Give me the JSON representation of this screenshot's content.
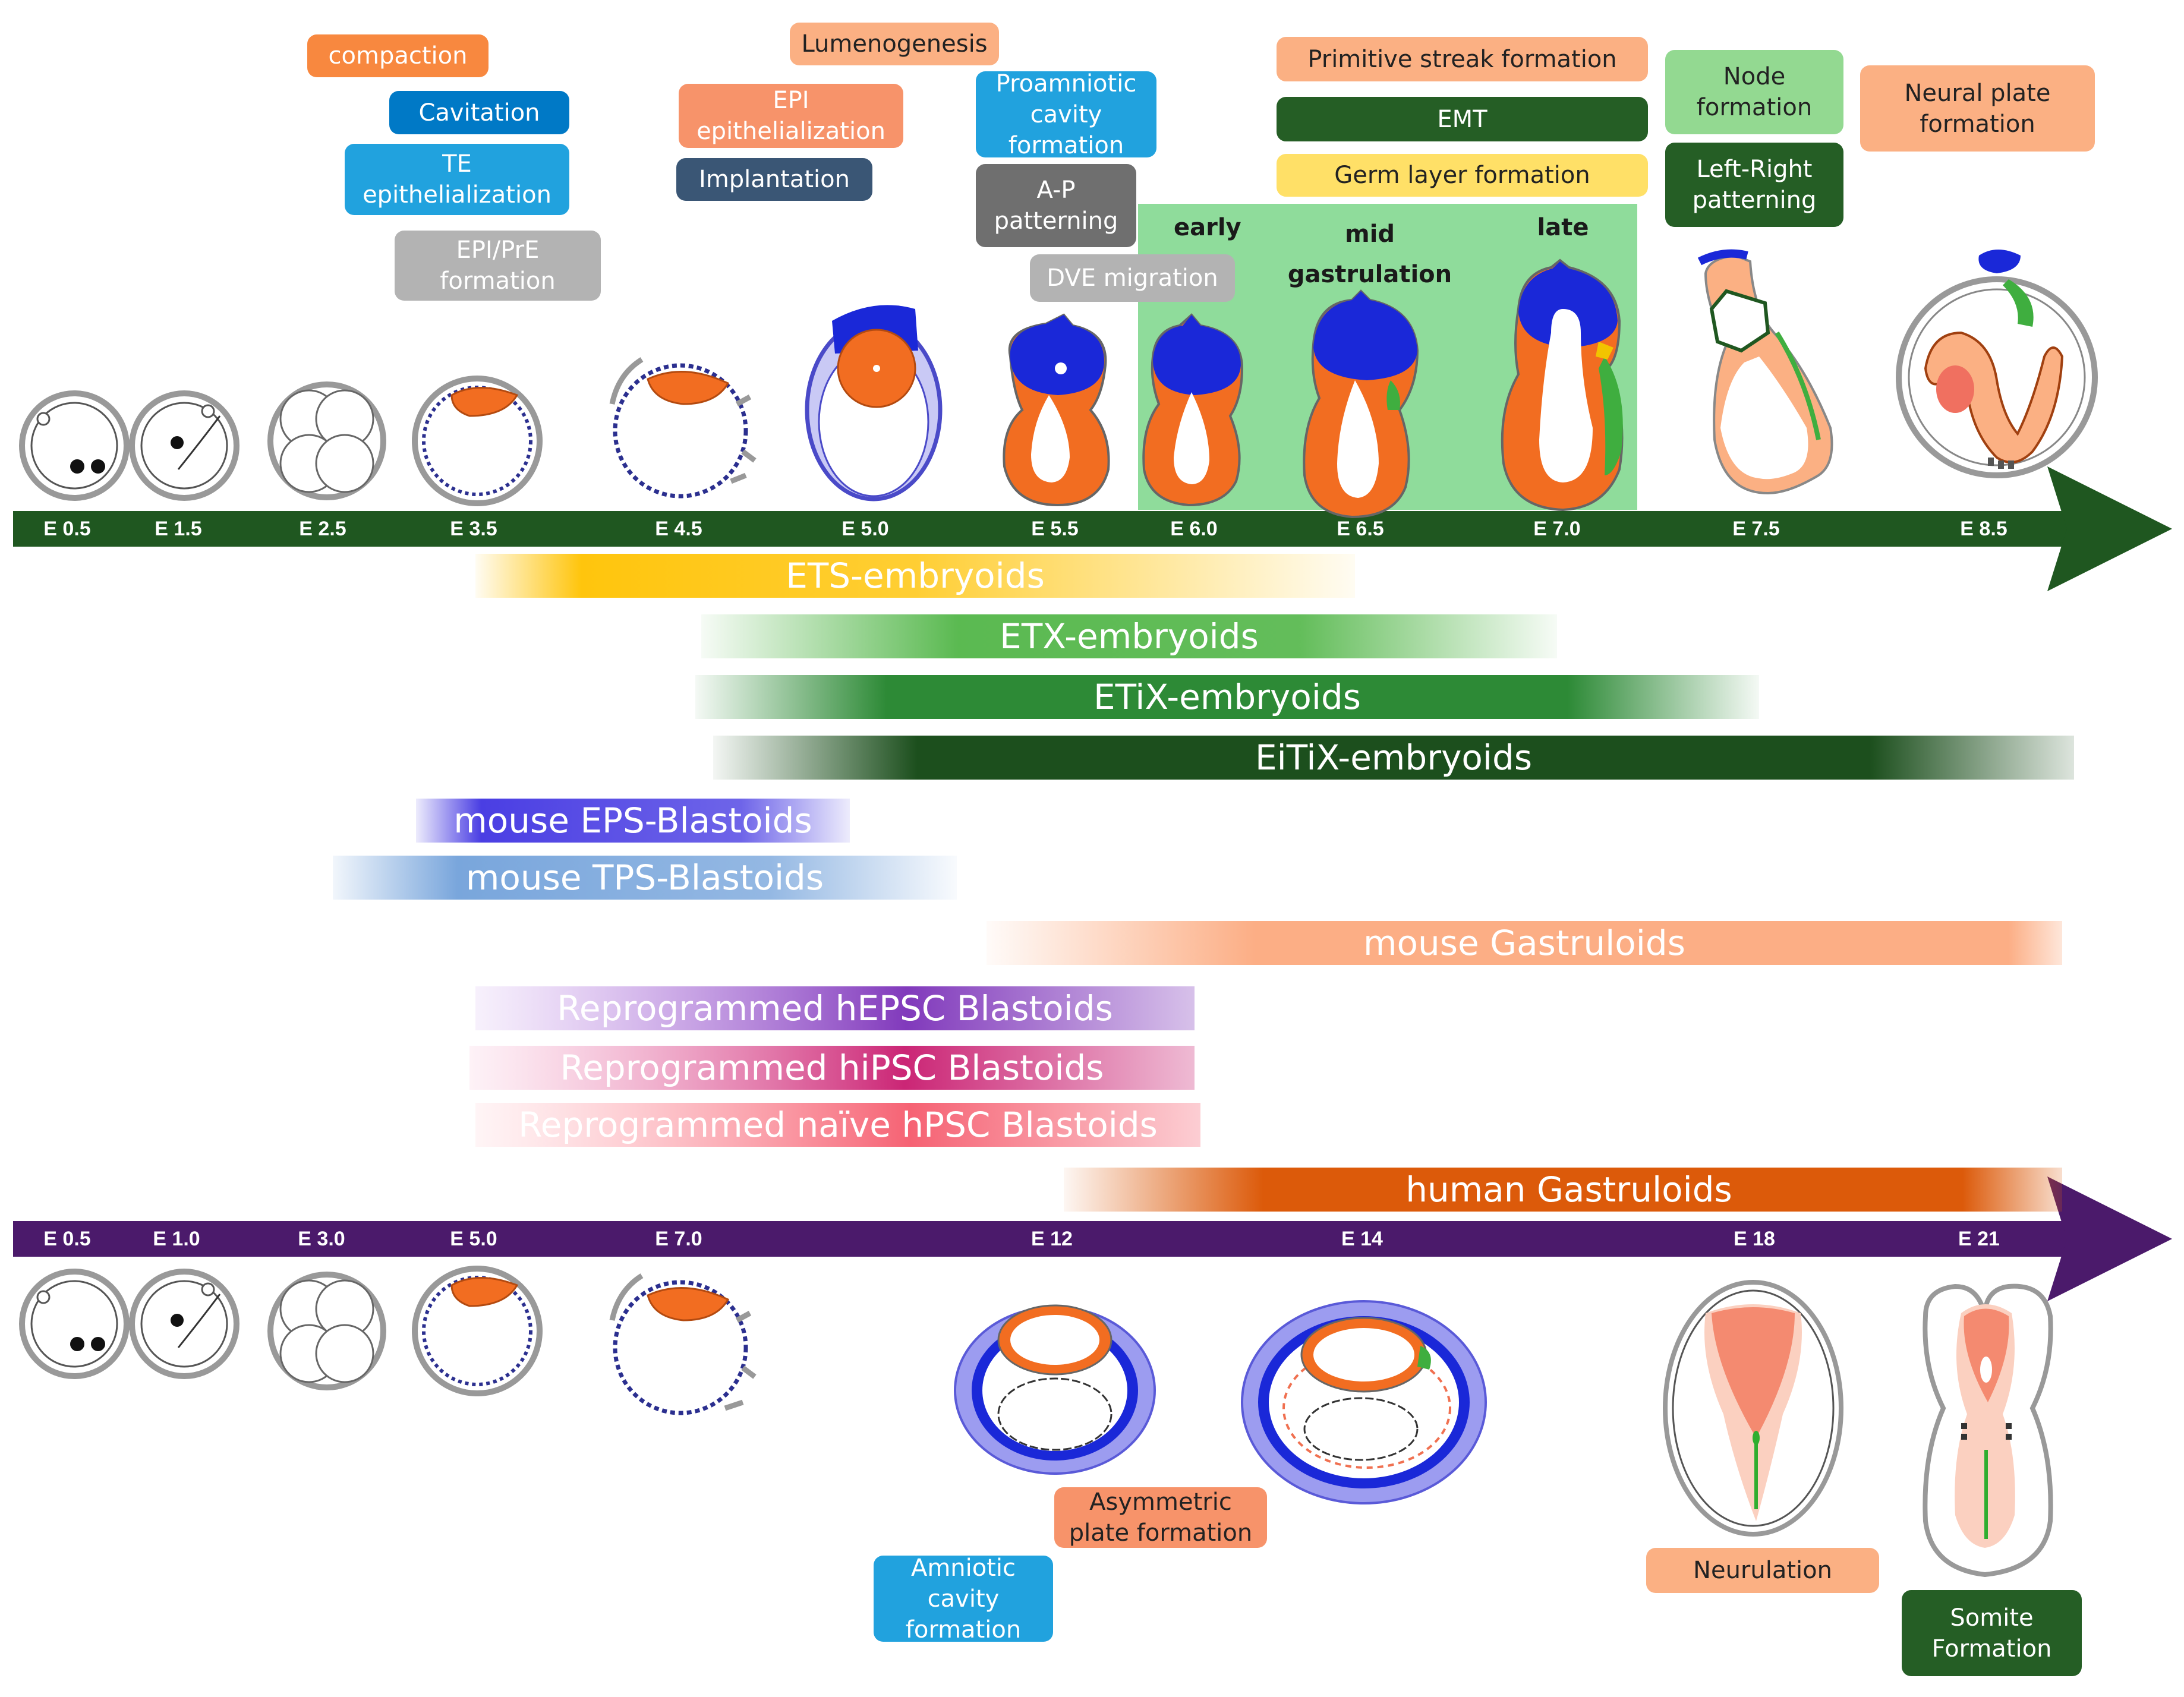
{
  "upper_timeline": {
    "color": "#1f5720",
    "stages": [
      "E 0.5",
      "E 1.5",
      "E 2.5",
      "E 3.5",
      "E 4.5",
      "E 5.0",
      "E 5.5",
      "E 6.0",
      "E 6.5",
      "E 7.0",
      "E 7.5",
      "E 8.5"
    ]
  },
  "lower_timeline": {
    "color": "#4b1a6b",
    "stages": [
      "E 0.5",
      "E 1.0",
      "E 3.0",
      "E 5.0",
      "E 7.0",
      "E 12",
      "E 14",
      "E 18",
      "E 21"
    ]
  },
  "events": {
    "compaction": "compaction",
    "cavitation": "Cavitation",
    "te_epithelialization": "TE\nepithelialization",
    "epi_pre_formation": "EPI/PrE\nformation",
    "lumenogenesis": "Lumenogenesis",
    "epi_epithelialization": "EPI\nepithelialization",
    "implantation": "Implantation",
    "proamniotic_cavity": "Proamniotic\ncavity\nformation",
    "ap_patterning": "A-P\npatterning",
    "dve_migration": "DVE migration",
    "primitive_streak": "Primitive streak formation",
    "emt": "EMT",
    "germ_layer": "Germ layer formation",
    "node_formation": "Node\nformation",
    "left_right": "Left-Right\npatterning",
    "neural_plate": "Neural plate\nformation",
    "amniotic_cavity": "Amniotic\ncavity\nformation",
    "asymmetric_plate": "Asymmetric\nplate formation",
    "neurulation": "Neurulation",
    "somite_formation": "Somite\nFormation"
  },
  "gastrulation": {
    "early": "early",
    "mid": "mid\ngastrulation",
    "late": "late",
    "color": "#8fdc9b"
  },
  "models": [
    {
      "label": "ETS-embryoids",
      "color": "#ffc200"
    },
    {
      "label": "ETX-embryoids",
      "color": "#52b648"
    },
    {
      "label": "ETiX-embryoids",
      "color": "#2d8a36"
    },
    {
      "label": "EiTiX-embryoids",
      "color": "#1c4f1d"
    },
    {
      "label": "mouse EPS-Blastoids",
      "color": "#4a3ee3"
    },
    {
      "label": "mouse TPS-Blastoids",
      "color": "#79a6dc"
    },
    {
      "label": "mouse Gastruloids",
      "color": "#fcae85"
    },
    {
      "label": "Reprogrammed hEPSC Blastoids",
      "color": "#7a2fb8"
    },
    {
      "label": "Reprogrammed hiPSC Blastoids",
      "color": "#c81a6e"
    },
    {
      "label": "Reprogrammed naïve hPSC Blastoids",
      "color": "#f55a6c"
    },
    {
      "label": "human Gastruloids",
      "color": "#dc5a0a"
    }
  ]
}
